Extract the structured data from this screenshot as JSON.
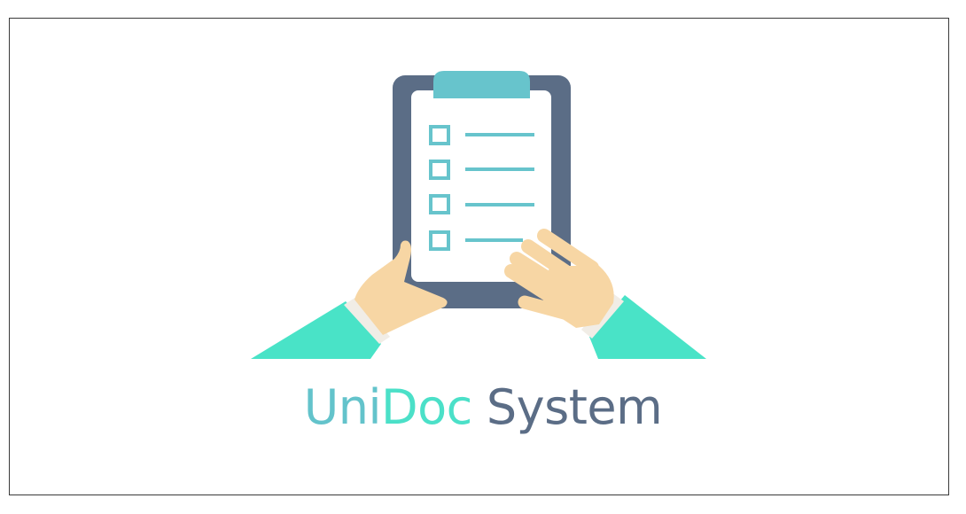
{
  "logo": {
    "icon": "clipboard-checklist-with-hands-icon",
    "text_part1": "Uni",
    "text_part2": "Doc",
    "text_part3": "System"
  },
  "colors": {
    "board": "#5b6d86",
    "clip": "#67c4cc",
    "checklist": "#67c4cc",
    "paper": "#ffffff",
    "skin": "#f7d6a4",
    "sleeve": "#49e3c7",
    "cuff": "#f1ede6",
    "border": "#3a3a3a"
  }
}
